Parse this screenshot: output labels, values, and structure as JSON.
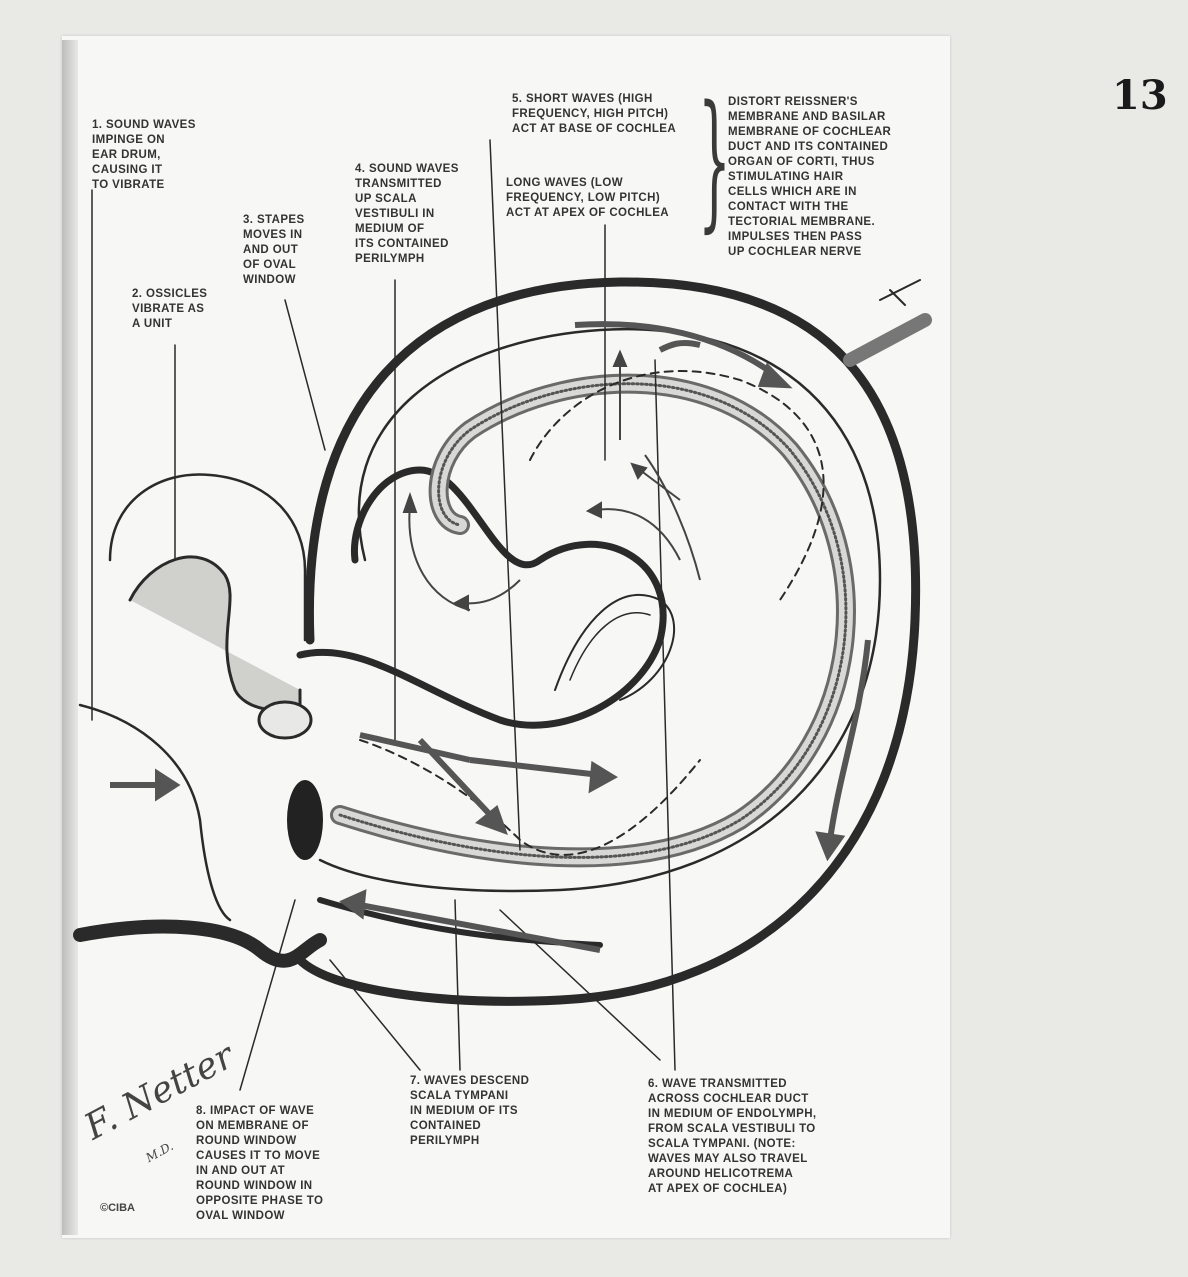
{
  "page_number": "13",
  "labels": {
    "l1": "1. SOUND WAVES\nIMPINGE ON\nEAR DRUM,\nCAUSING IT\nTO VIBRATE",
    "l2": "2. OSSICLES\nVIBRATE AS\nA UNIT",
    "l3": "3. STAPES\nMOVES IN\nAND OUT\nOF OVAL\nWINDOW",
    "l4": "4. SOUND WAVES\nTRANSMITTED\nUP SCALA\nVESTIBULI IN\nMEDIUM OF\nITS CONTAINED\nPERILYMPH",
    "l5a": "5. SHORT WAVES (HIGH\nFREQUENCY, HIGH PITCH)\nACT AT BASE OF COCHLEA",
    "l5b": "LONG WAVES (LOW\nFREQUENCY, LOW PITCH)\nACT AT APEX OF COCHLEA",
    "l5c": "DISTORT REISSNER'S\nMEMBRANE AND BASILAR\nMEMBRANE OF COCHLEAR\nDUCT AND ITS CONTAINED\nORGAN OF CORTI, THUS\nSTIMULATING HAIR\nCELLS WHICH ARE IN\nCONTACT WITH THE\nTECTORIAL MEMBRANE.\nIMPULSES THEN PASS\nUP COCHLEAR NERVE",
    "l6": "6. WAVE TRANSMITTED\nACROSS COCHLEAR DUCT\nIN MEDIUM OF ENDOLYMPH,\nFROM SCALA VESTIBULI TO\nSCALA TYMPANI. (NOTE:\nWAVES MAY ALSO TRAVEL\nAROUND HELICOTREMA\nAT APEX OF COCHLEA)",
    "l7": "7. WAVES DESCEND\nSCALA TYMPANI\nIN MEDIUM OF ITS\nCONTAINED\nPERILYMPH",
    "l8": "8. IMPACT OF WAVE\nON MEMBRANE OF\nROUND WINDOW\nCAUSES IT TO MOVE\nIN AND OUT AT\nROUND WINDOW IN\nOPPOSITE PHASE TO\nOVAL WINDOW"
  },
  "signature": {
    "name": "F. Netter",
    "suffix": "M.D.",
    "copyright": "©CIBA"
  }
}
